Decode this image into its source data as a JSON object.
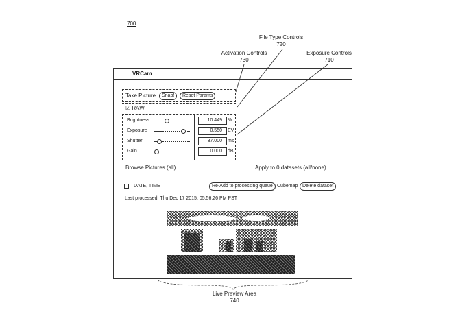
{
  "figure_number": "700",
  "annotations": {
    "file_type_controls": {
      "label": "File Type Controls",
      "ref": "720"
    },
    "activation_controls": {
      "label": "Activation Controls",
      "ref": "730"
    },
    "exposure_controls": {
      "label": "Exposure Controls",
      "ref": "710"
    },
    "live_preview_area": {
      "label": "Live Preview Area",
      "ref": "740"
    }
  },
  "app": {
    "title": "VRCam",
    "take_picture_label": "Take Picture",
    "snap_button": "Snap!",
    "reset_button": "Reset Params",
    "raw_checkbox": {
      "label": "RAW",
      "checked": true,
      "mark": "☑"
    },
    "params": [
      {
        "name": "Brightness",
        "value": "10.449",
        "unit": "%"
      },
      {
        "name": "Exposure",
        "value": "0.550",
        "unit": "EV"
      },
      {
        "name": "Shutter",
        "value": "37.000",
        "unit": "ms"
      },
      {
        "name": "Gain",
        "value": "0.000",
        "unit": "dB"
      }
    ],
    "browse_pictures": "Browse Pictures (all)",
    "apply_to": "Apply to 0 datasets (all/none)",
    "date_time_label": "DATE, TIME",
    "readd_button": "Re-Add to processing queue",
    "cubemap_label": "Cubemap",
    "delete_button": "Delete dataset",
    "last_processed": "Last processed: Thu Dec 17 2015, 05:56:26 PM PST"
  }
}
